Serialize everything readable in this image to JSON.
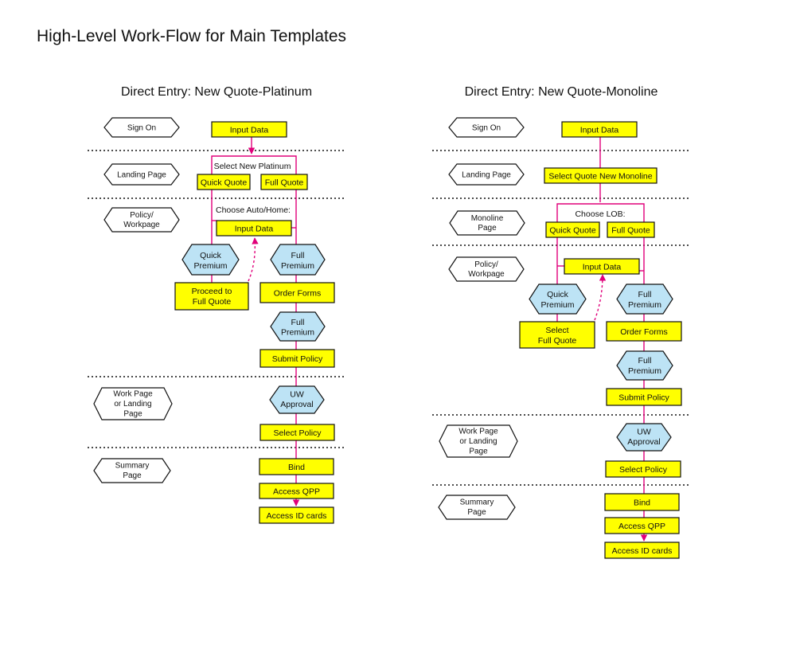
{
  "title": "High-Level Work-Flow for Main Templates",
  "left": {
    "heading": "Direct Entry: New Quote-Platinum",
    "stages": {
      "sign_on": [
        "Sign On"
      ],
      "landing": [
        "Landing Page"
      ],
      "policy": [
        "Policy/",
        "Workpage"
      ],
      "work_or_landing": [
        "Work Page",
        "or Landing",
        "Page"
      ],
      "summary": [
        "Summary",
        "Page"
      ]
    },
    "labels": {
      "select_new_platinum": "Select New Platinum",
      "choose_auto_home": "Choose Auto/Home:"
    },
    "boxes": {
      "input_data_1": [
        "Input Data"
      ],
      "quick_quote": [
        "Quick Quote"
      ],
      "full_quote": [
        "Full Quote"
      ],
      "input_data_2": [
        "Input Data"
      ],
      "proceed": [
        "Proceed to",
        "Full Quote"
      ],
      "order_forms": [
        "Order Forms"
      ],
      "submit_policy": [
        "Submit Policy"
      ],
      "select_policy": [
        "Select Policy"
      ],
      "bind": [
        "Bind"
      ],
      "access_qpp": [
        "Access QPP"
      ],
      "access_id": [
        "Access ID cards"
      ]
    },
    "hexes": {
      "quick_premium": [
        "Quick",
        "Premium"
      ],
      "full_premium_1": [
        "Full",
        "Premium"
      ],
      "full_premium_2": [
        "Full",
        "Premium"
      ],
      "uw_approval": [
        "UW",
        "Approval"
      ]
    }
  },
  "right": {
    "heading": "Direct Entry: New Quote-Monoline",
    "stages": {
      "sign_on": [
        "Sign On"
      ],
      "landing": [
        "Landing Page"
      ],
      "monoline": [
        "Monoline",
        "Page"
      ],
      "policy": [
        "Policy/",
        "Workpage"
      ],
      "work_or_landing": [
        "Work Page",
        "or Landing",
        "Page"
      ],
      "summary": [
        "Summary",
        "Page"
      ]
    },
    "labels": {
      "choose_lob": "Choose LOB:"
    },
    "boxes": {
      "input_data_1": [
        "Input Data"
      ],
      "select_quote_monoline": [
        "Select Quote New Monoline"
      ],
      "quick_quote": [
        "Quick Quote"
      ],
      "full_quote": [
        "Full Quote"
      ],
      "input_data_2": [
        "Input Data"
      ],
      "select_full": [
        "Select",
        "Full Quote"
      ],
      "order_forms": [
        "Order Forms"
      ],
      "submit_policy": [
        "Submit Policy"
      ],
      "select_policy": [
        "Select Policy"
      ],
      "bind": [
        "Bind"
      ],
      "access_qpp": [
        "Access QPP"
      ],
      "access_id": [
        "Access ID cards"
      ]
    },
    "hexes": {
      "quick_premium": [
        "Quick",
        "Premium"
      ],
      "full_premium_1": [
        "Full",
        "Premium"
      ],
      "full_premium_2": [
        "Full",
        "Premium"
      ],
      "uw_approval": [
        "UW",
        "Approval"
      ]
    }
  },
  "colors": {
    "task_box": "#ffff00",
    "premium_hex": "#bde3f5",
    "flow_line": "#e0007a",
    "stage_scroll": "#ffffff"
  }
}
